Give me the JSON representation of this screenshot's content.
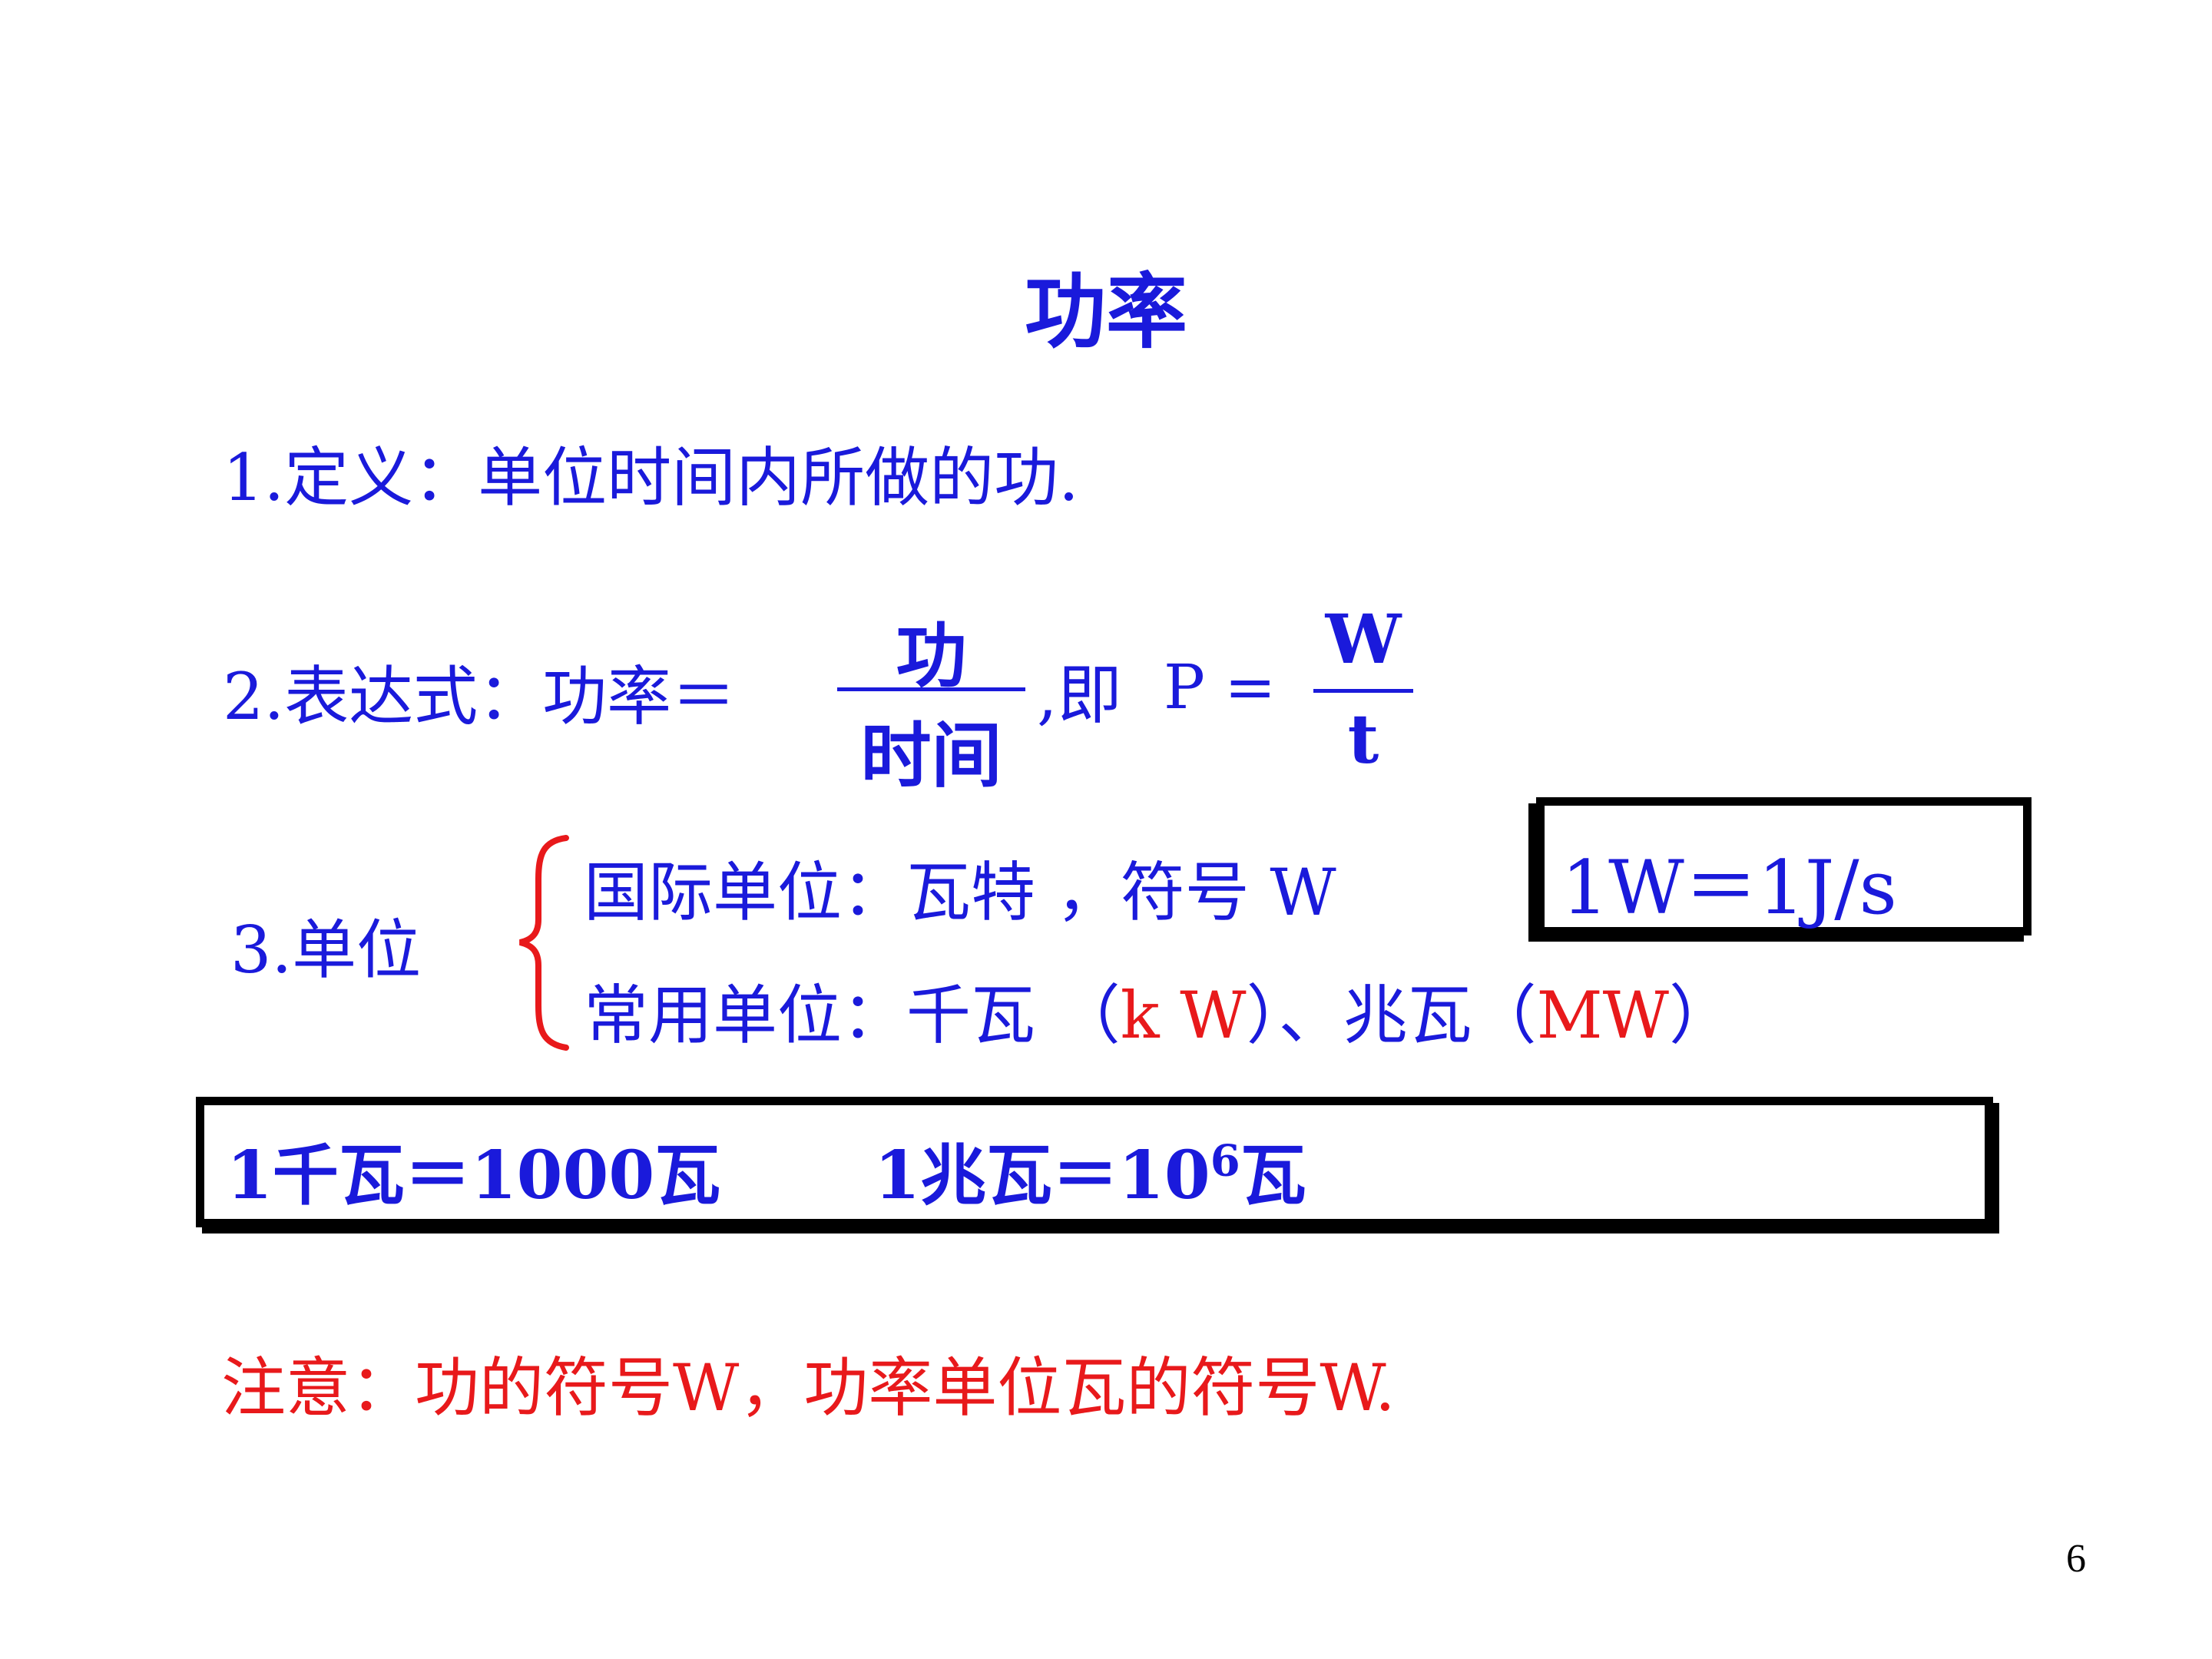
{
  "title": "功率",
  "definition": "1.定义：单位时间内所做的功.",
  "expression": {
    "label": "2.表达式：功率＝",
    "frac1_num": "功",
    "frac1_den": "时间",
    "after_frac1": ",即",
    "p_eq": "P =",
    "frac2_num": "W",
    "frac2_den": "t"
  },
  "units": {
    "label": "3.单位",
    "si": "国际单位：瓦特 ，符号 W",
    "common_prefix": "常用单位：千瓦 （",
    "common_kw": "k W",
    "common_mid": "）、兆瓦（",
    "common_mw": "MW",
    "common_end": "）",
    "box_text": "1W＝1J/s"
  },
  "conversion": {
    "kw": "1千瓦＝1000瓦",
    "mw_base": "1兆瓦＝10",
    "mw_exp": "6",
    "mw_unit": "瓦"
  },
  "note": "注意：功的符号W，功率单位瓦的符号W.",
  "page_number": "6",
  "colors": {
    "text": "#1a1adb",
    "accent": "#e8191b",
    "border": "#000000"
  }
}
